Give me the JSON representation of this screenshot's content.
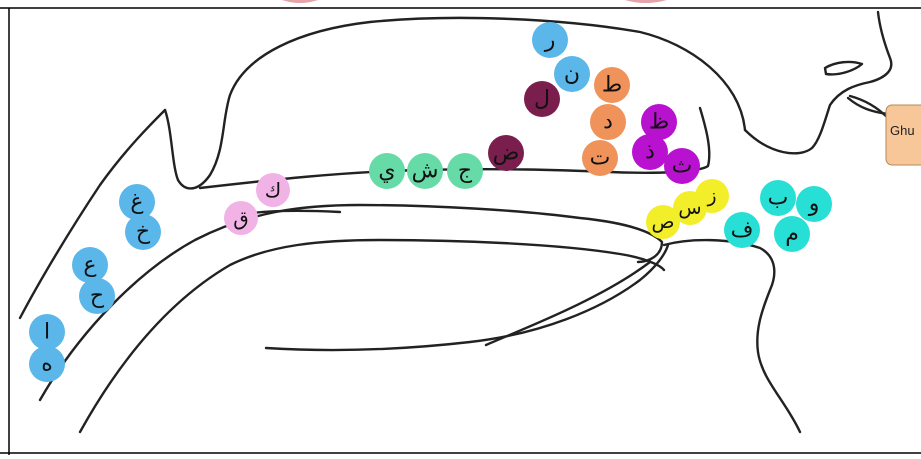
{
  "colors": {
    "throat": "#5bb7ea",
    "back_tongue": "#f1b2e6",
    "middle_tongue": "#67dba7",
    "dad": "#7a1f4d",
    "tongue_edges": "#f0935a",
    "tongue_tip": "#b811cf",
    "whistling": "#f2ee2a",
    "lips": "#27dfd4",
    "ghunna_box": "#f7c79a",
    "top_marks": "#e3a3a9"
  },
  "groups": [
    {
      "id": "throat-low",
      "color_key": "throat",
      "letters": [
        "ا",
        "ه"
      ]
    },
    {
      "id": "throat-mid",
      "color_key": "throat",
      "letters": [
        "ع",
        "ح"
      ]
    },
    {
      "id": "throat-high",
      "color_key": "throat",
      "letters": [
        "غ",
        "خ"
      ]
    },
    {
      "id": "back-tongue",
      "color_key": "back_tongue",
      "letters": [
        "ك",
        "ق"
      ]
    },
    {
      "id": "middle-tongue",
      "color_key": "middle_tongue",
      "letters": [
        "ي",
        "ش",
        "ج"
      ]
    },
    {
      "id": "dad",
      "color_key": "dad",
      "letters": [
        "ض"
      ]
    },
    {
      "id": "lam",
      "color_key": "dad",
      "letters": [
        "ل"
      ]
    },
    {
      "id": "ra-nun",
      "color_key": "throat",
      "letters": [
        "ر",
        "ن"
      ]
    },
    {
      "id": "ta-dal-ta",
      "color_key": "tongue_edges",
      "letters": [
        "ط",
        "د",
        "ت"
      ]
    },
    {
      "id": "tongue-tip",
      "color_key": "tongue_tip",
      "letters": [
        "ظ",
        "ذ",
        "ث"
      ]
    },
    {
      "id": "whistling",
      "color_key": "whistling",
      "letters": [
        "ز",
        "س",
        "ص"
      ]
    },
    {
      "id": "lips",
      "color_key": "lips",
      "letters": [
        "و",
        "ب",
        "ف",
        "م"
      ]
    }
  ],
  "ghunna_label": "Ghu"
}
